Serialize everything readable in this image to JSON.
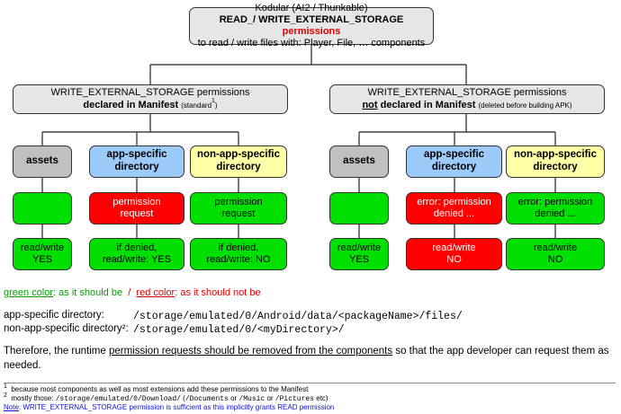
{
  "top": {
    "line1": "Kodular (AI2 / Thunkable)",
    "line2_main": "READ_/ WRITE_EXTERNAL_STORAGE",
    "line2_perm": "permissions",
    "line3": "to read / write files with: Player, File, … components"
  },
  "left": {
    "header_line1": "WRITE_EXTERNAL_STORAGE permissions",
    "header_bold": "declared in Manifest",
    "header_small": "(standard",
    "header_sup": "1",
    "header_small_end": ")",
    "cat_assets": "assets",
    "cat_app": "app-specific directory",
    "cat_nonapp": "non-app-specific directory",
    "mid_app": "permission request",
    "mid_nonapp": "permission request",
    "res_assets": "read/write YES",
    "res_app": "if denied, read/write: YES",
    "res_nonapp": "if denied, read/write: NO"
  },
  "right": {
    "header_line1": "WRITE_EXTERNAL_STORAGE permissions",
    "header_not": "not",
    "header_bold": "declared in Manifest",
    "header_small": "(deleted before building APK)",
    "cat_assets": "assets",
    "cat_app": "app-specific directory",
    "cat_nonapp": "non-app-specific directory",
    "mid_app": "error: permission denied ...",
    "mid_nonapp": "error: permission denied ...",
    "res_assets": "read/write YES",
    "res_app": "read/write NO",
    "res_nonapp": "read/write NO"
  },
  "legend": {
    "green_label": "green color",
    "green_text": ": as it should be",
    "sep": "/",
    "red_label": "red color",
    "red_text": ": as it should not be"
  },
  "paths": {
    "app_label": "app-specific directory:",
    "app_value": "/storage/emulated/0/Android/data/<packageName>/files/",
    "nonapp_label": "non-app-specific directory²:",
    "nonapp_value": "/storage/emulated/0/<myDirectory>/"
  },
  "therefore": {
    "pre": "Therefore, the runtime ",
    "underlined": "permission requests should be removed from the components",
    "post": " so that the app developer can request them as needed."
  },
  "footnotes": {
    "fn1_mark": "1",
    "fn1": "because most components as well as most extensions add these permissions to the Manifest",
    "fn2_mark": "2",
    "fn2_a": "mostly those: ",
    "fn2_path1": "/storage/emulated/0/Download/",
    "fn2_b": " (",
    "fn2_path2": "/Documents",
    "fn2_or1": " or ",
    "fn2_path3": "/Music",
    "fn2_or2": " or ",
    "fn2_path4": "/Pictures",
    "fn2_c": " etc)",
    "note_label": "Note",
    "note_text": ": WRITE_EXTERNAL_STORAGE permission is sufficient as this implicitly grants READ permission"
  },
  "colors": {
    "green": "#00e000",
    "red": "#ff0000",
    "blue": "#9ccbfa",
    "yellow": "#ffffa6",
    "grey": "#e6e6e6"
  }
}
